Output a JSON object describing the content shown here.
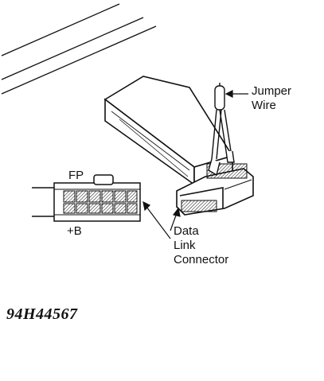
{
  "labels": {
    "jumper_line1": "Jumper",
    "jumper_line2": "Wire",
    "fp": "FP",
    "plus_b": "+B",
    "dlc_line1": "Data",
    "dlc_line2": "Link",
    "dlc_line3": "Connector"
  },
  "figure_id": "94H44567",
  "colors": {
    "ink": "#111111",
    "paper": "#ffffff"
  }
}
